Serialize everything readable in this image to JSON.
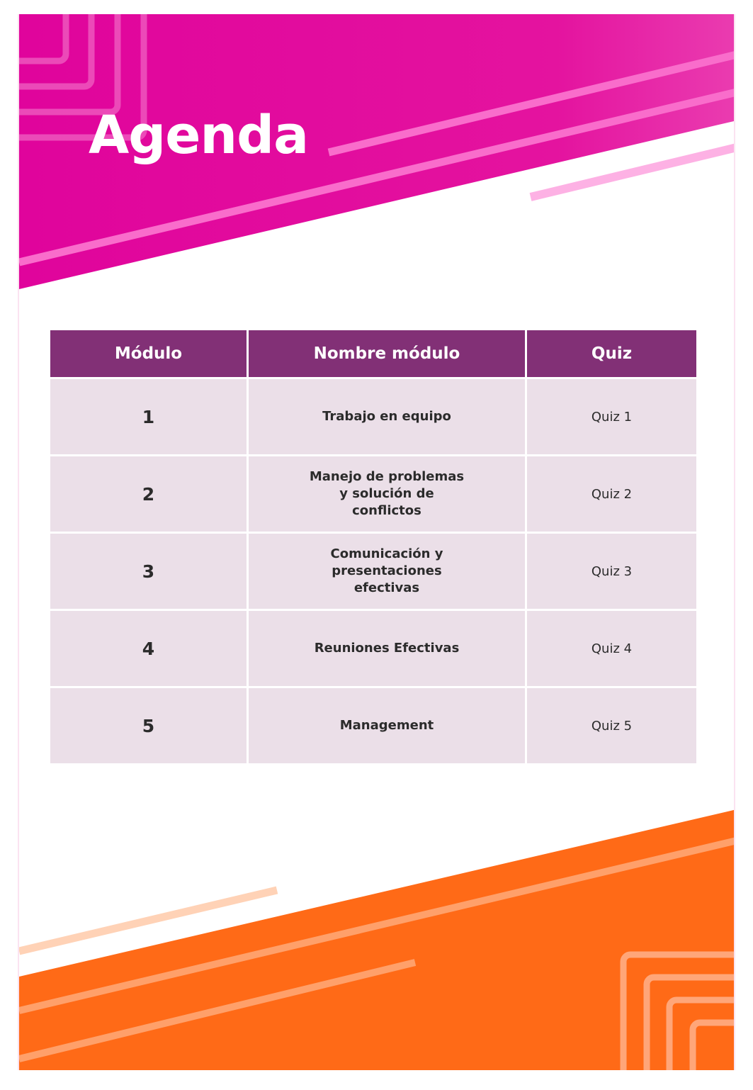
{
  "title": "Agenda",
  "colors": {
    "magenta": "#e0049c",
    "orange": "#ff6a17",
    "header_purple": "#823076",
    "cell_lavender": "#ebdfe8",
    "text_dark": "#2b2b2b"
  },
  "table": {
    "headers": [
      "Módulo",
      "Nombre módulo",
      "Quiz"
    ],
    "rows": [
      {
        "module": "1",
        "name": "Trabajo en equipo",
        "quiz": "Quiz 1"
      },
      {
        "module": "2",
        "name": "Manejo de problemas y solución de conflictos",
        "quiz": "Quiz 2"
      },
      {
        "module": "3",
        "name": "Comunicación y presentaciones efectivas",
        "quiz": "Quiz 3"
      },
      {
        "module": "4",
        "name": "Reuniones Efectivas",
        "quiz": "Quiz 4"
      },
      {
        "module": "5",
        "name": "Management",
        "quiz": "Quiz 5"
      }
    ]
  }
}
